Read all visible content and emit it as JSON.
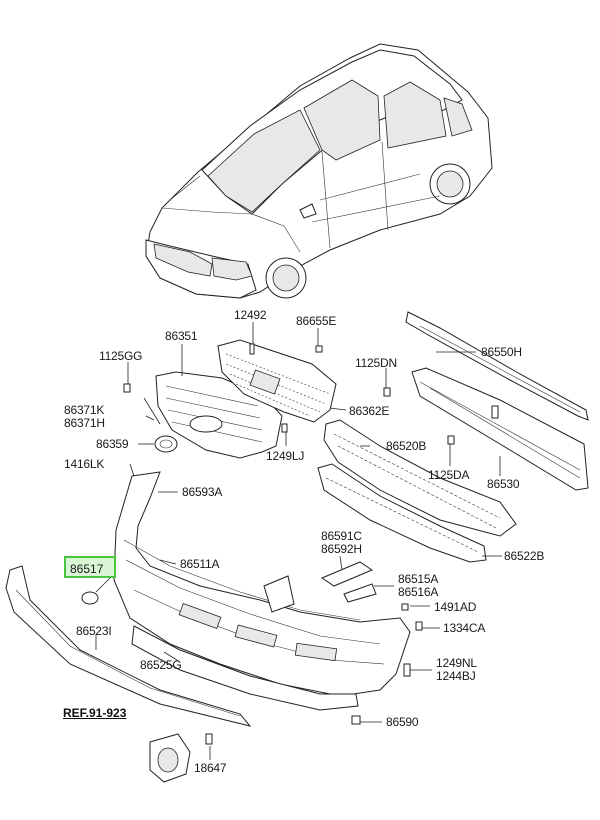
{
  "callouts": [
    {
      "id": "c12492",
      "text": "12492"
    },
    {
      "id": "c86655E",
      "text": "86655E"
    },
    {
      "id": "c86351",
      "text": "86351"
    },
    {
      "id": "c1125GG",
      "text": "1125GG"
    },
    {
      "id": "c86550H",
      "text": "86550H"
    },
    {
      "id": "c1125DN",
      "text": "1125DN"
    },
    {
      "id": "c86362E",
      "text": "86362E"
    },
    {
      "id": "c86371K",
      "text": "86371K"
    },
    {
      "id": "c86371H",
      "text": "86371H"
    },
    {
      "id": "c86359",
      "text": "86359"
    },
    {
      "id": "c86520B",
      "text": "86520B"
    },
    {
      "id": "c1249LJ",
      "text": "1249LJ"
    },
    {
      "id": "c1416LK",
      "text": "1416LK"
    },
    {
      "id": "c1125DA",
      "text": "1125DA"
    },
    {
      "id": "c86530",
      "text": "86530"
    },
    {
      "id": "c86593A",
      "text": "86593A"
    },
    {
      "id": "c86591C",
      "text": "86591C"
    },
    {
      "id": "c86592H",
      "text": "86592H"
    },
    {
      "id": "c86522B",
      "text": "86522B"
    },
    {
      "id": "c86511A",
      "text": "86511A"
    },
    {
      "id": "c86515A",
      "text": "86515A"
    },
    {
      "id": "c86516A",
      "text": "86516A"
    },
    {
      "id": "c1491AD",
      "text": "1491AD"
    },
    {
      "id": "c86523I",
      "text": "86523I"
    },
    {
      "id": "c1334CA",
      "text": "1334CA"
    },
    {
      "id": "c86525G",
      "text": "86525G"
    },
    {
      "id": "c1249NL",
      "text": "1249NL"
    },
    {
      "id": "c1244BJ",
      "text": "1244BJ"
    },
    {
      "id": "c86590",
      "text": "86590"
    },
    {
      "id": "c18647",
      "text": "18647"
    }
  ],
  "highlighted": {
    "text": "86517"
  },
  "reference": {
    "text": "REF.91-923"
  }
}
